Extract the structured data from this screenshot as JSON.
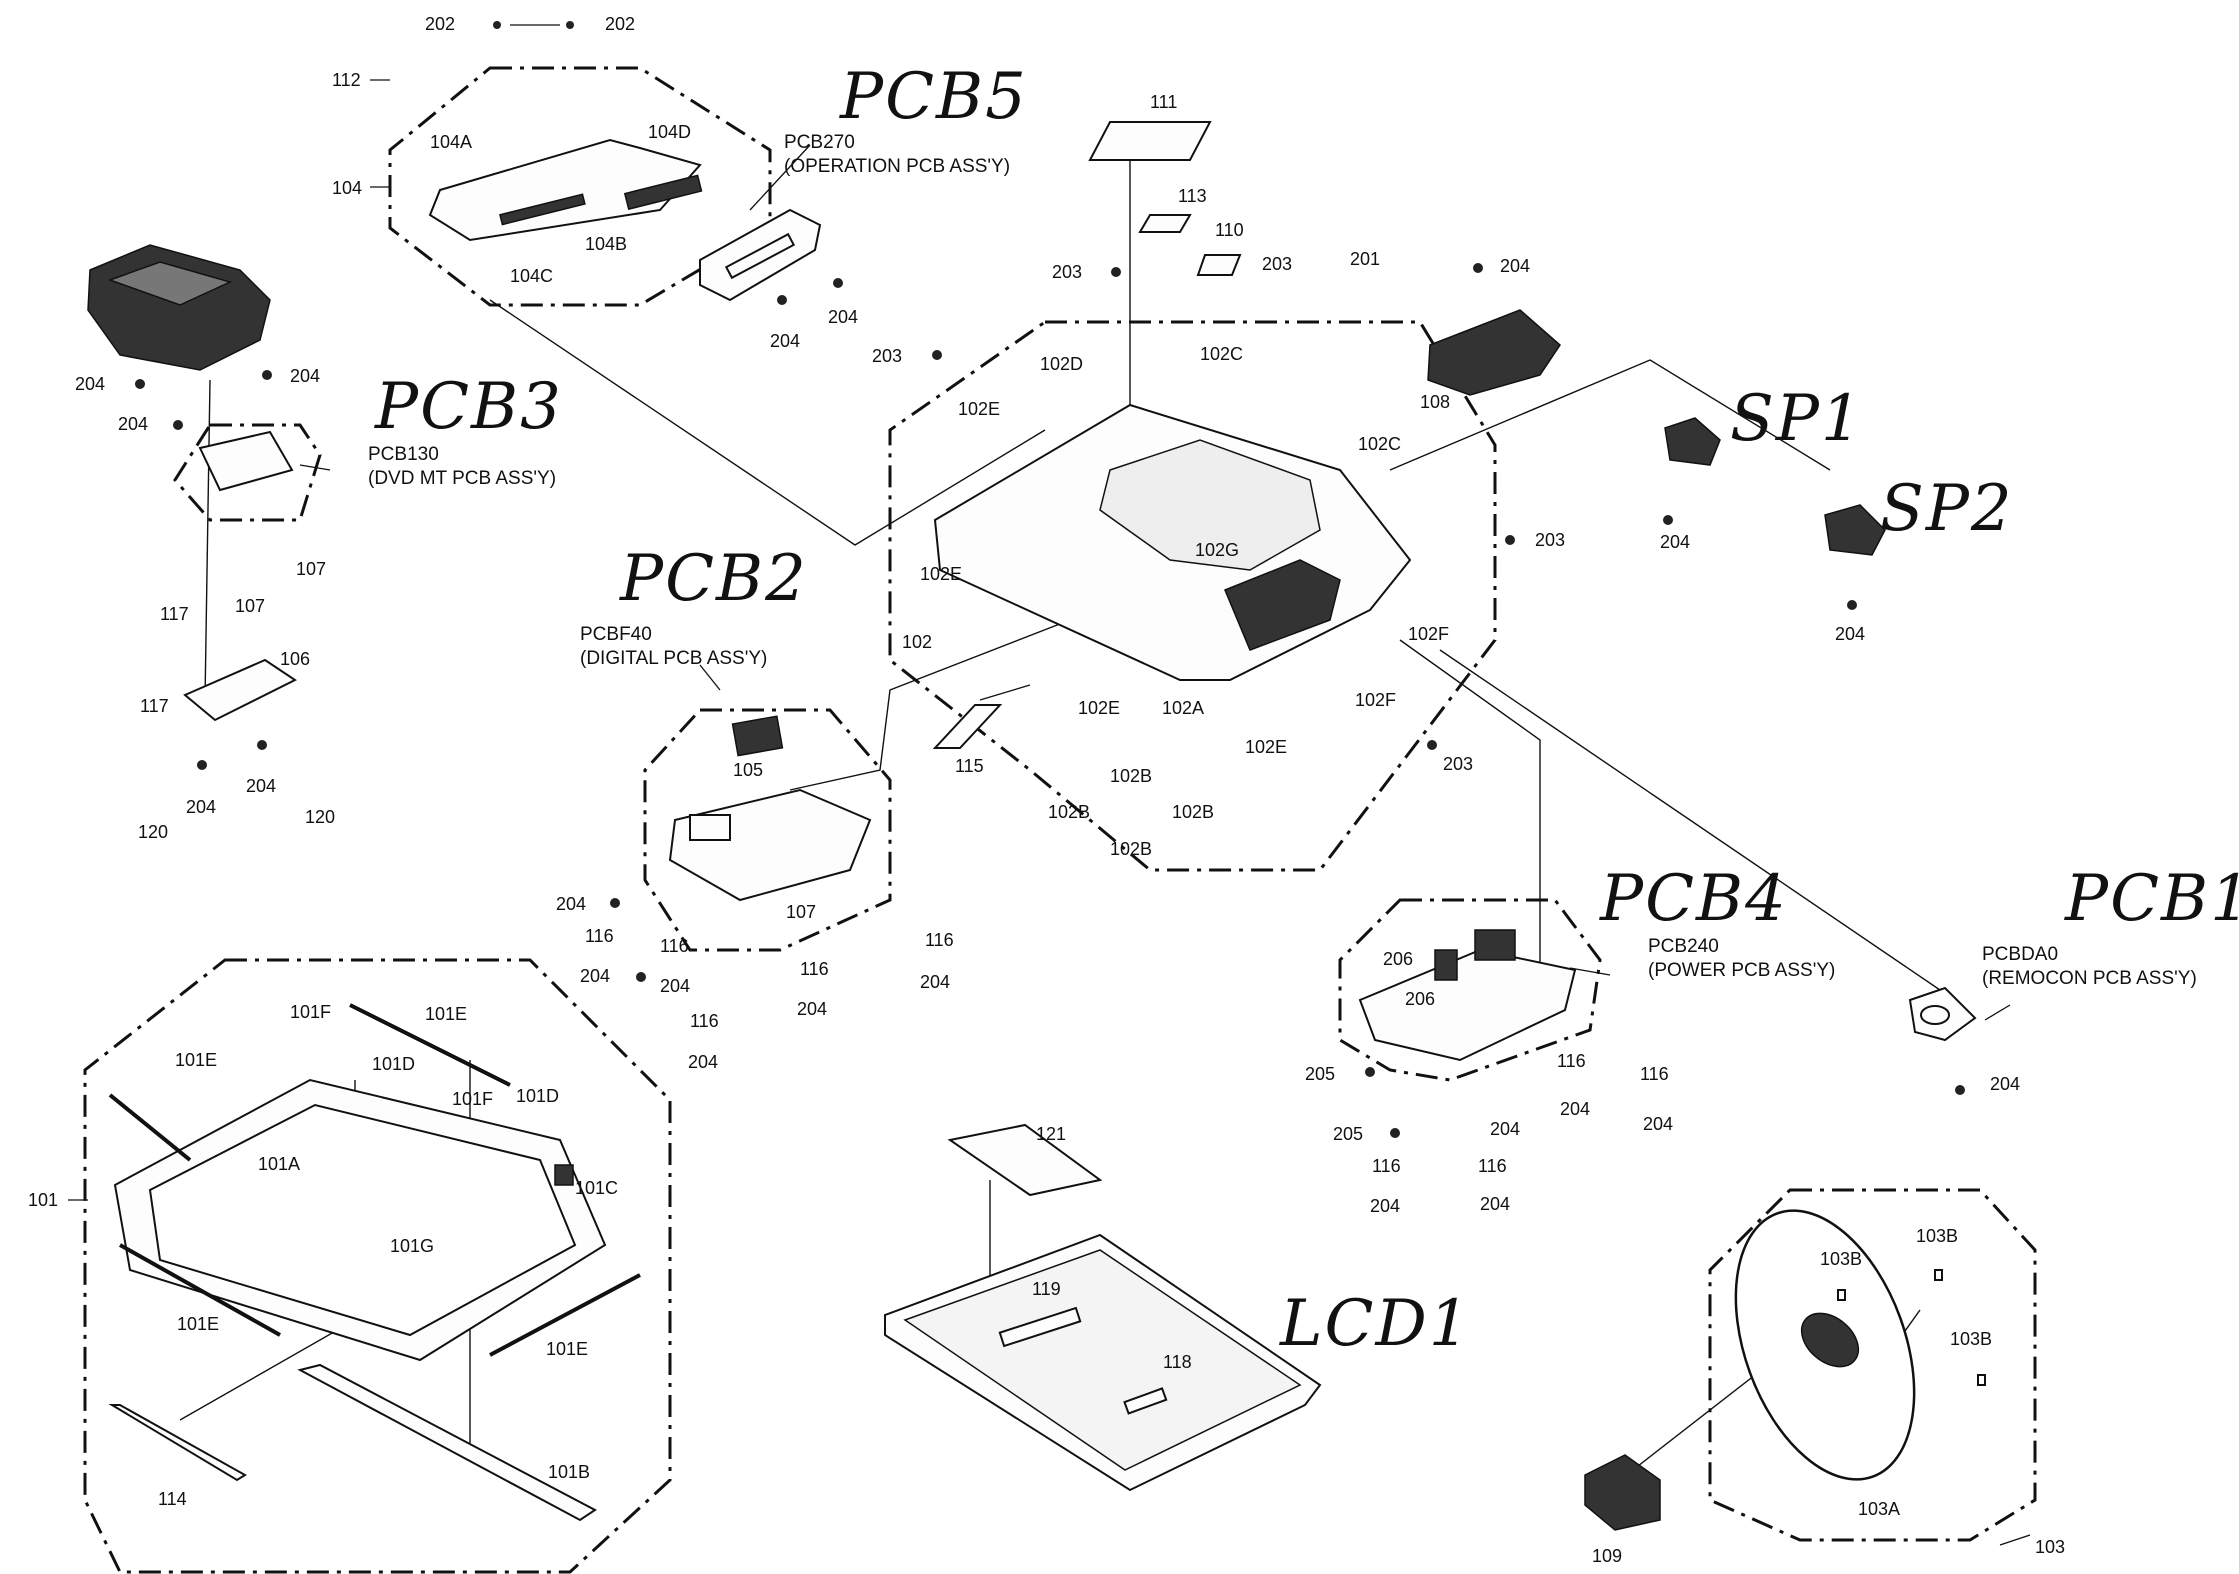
{
  "handwritten": {
    "pcb5": "PCB5",
    "pcb3": "PCB3",
    "pcb2": "PCB2",
    "pcb4": "PCB4",
    "pcb1": "PCB1",
    "sp1": "SP1",
    "sp2": "SP2",
    "lcd1": "LCD1"
  },
  "boards": {
    "pcb270_code": "PCB270",
    "pcb270_name": "(OPERATION PCB ASS'Y)",
    "pcb130_code": "PCB130",
    "pcb130_name": "(DVD MT PCB ASS'Y)",
    "pcbf40_code": "PCBF40",
    "pcbf40_name": "(DIGITAL PCB ASS'Y)",
    "pcb240_code": "PCB240",
    "pcb240_name": "(POWER PCB ASS'Y)",
    "pcbda0_code": "PCBDA0",
    "pcbda0_name": "(REMOCON PCB ASS'Y)"
  },
  "callouts": {
    "c202a": "202",
    "c202b": "202",
    "c112": "112",
    "c104": "104",
    "c104a": "104A",
    "c104d": "104D",
    "c104b": "104B",
    "c104c": "104C",
    "c204_pcb5a": "204",
    "c204_pcb5b": "204",
    "c111": "111",
    "c113": "113",
    "c110": "110",
    "c203_top1": "203",
    "c203_top2": "203",
    "c201": "201",
    "c204_108": "204",
    "c108": "108",
    "c203_left": "203",
    "c102d": "102D",
    "c102c_top": "102C",
    "c102e_top": "102E",
    "c102c_right": "102C",
    "c203_right": "203",
    "c102g": "102G",
    "c102e_left": "102E",
    "c102f_a": "102F",
    "c102": "102",
    "c102e_mid": "102E",
    "c102a": "102A",
    "c102f_b": "102F",
    "c102e_right": "102E",
    "c203_bottom": "203",
    "c115": "115",
    "c102b_1": "102B",
    "c102b_2": "102B",
    "c102b_3": "102B",
    "c102b_4": "102B",
    "c204_dvd1": "204",
    "c204_dvd2": "204",
    "c204_dvd3": "204",
    "c107_a": "107",
    "c107_b": "107",
    "c117_a": "117",
    "c117_b": "117",
    "c106": "106",
    "c204_106a": "204",
    "c204_106b": "204",
    "c120_a": "120",
    "c120_b": "120",
    "c105": "105",
    "c107_c": "107",
    "c204_pcb2a": "204",
    "c116_a": "116",
    "c116_b": "116",
    "c116_c": "116",
    "c116_d": "116",
    "c116_e": "116",
    "c204_pcb2b": "204",
    "c204_pcb2c": "204",
    "c204_pcb2d": "204",
    "c204_pcb2e": "204",
    "c204_pcb2f": "204",
    "c204_sp1": "204",
    "c204_sp2": "204",
    "c206_a": "206",
    "c206_b": "206",
    "c205_a": "205",
    "c205_b": "205",
    "c116_f": "116",
    "c116_g": "116",
    "c116_h": "116",
    "c116_i": "116",
    "c204_pcb4a": "204",
    "c204_pcb4b": "204",
    "c204_pcb4c": "204",
    "c204_pcb4d": "204",
    "c204_pcb4e": "204",
    "c204_pcb1": "204",
    "c101": "101",
    "c101f_a": "101F",
    "c101e_top": "101E",
    "c101e_left": "101E",
    "c101d_a": "101D",
    "c101a": "101A",
    "c101f_b": "101F",
    "c101d_b": "101D",
    "c101c": "101C",
    "c101g": "101G",
    "c101e_bl": "101E",
    "c101e_br": "101E",
    "c114": "114",
    "c101b": "101B",
    "c121": "121",
    "c119": "119",
    "c118": "118",
    "c103b_a": "103B",
    "c103b_b": "103B",
    "c103b_c": "103B",
    "c103a": "103A",
    "c103": "103",
    "c109": "109"
  }
}
